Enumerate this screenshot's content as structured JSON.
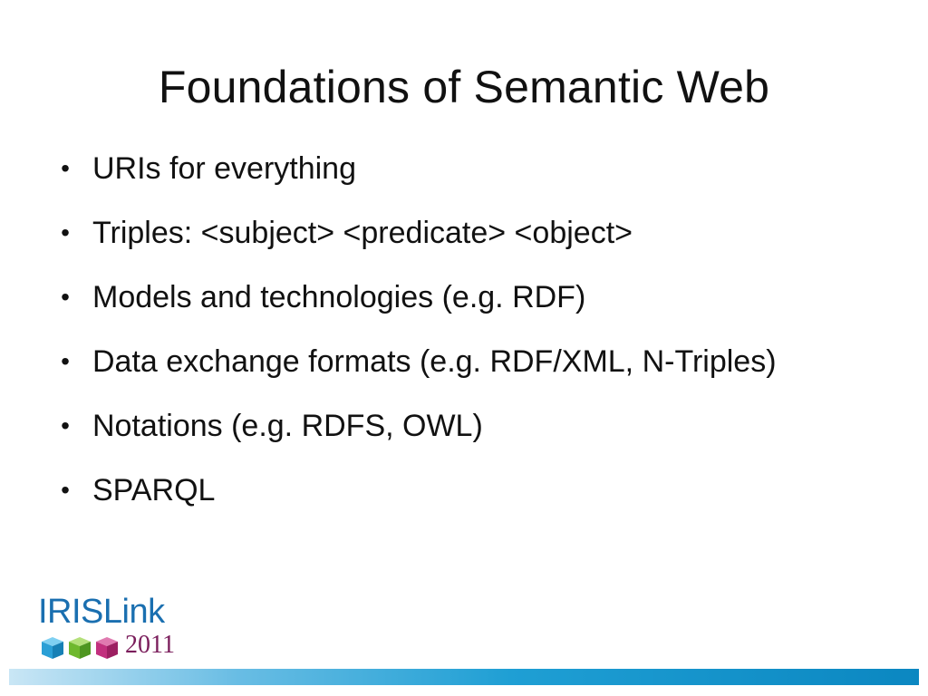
{
  "slide": {
    "title": "Foundations of Semantic Web",
    "bullets": [
      {
        "marker": "•",
        "text": "URIs for everything"
      },
      {
        "marker": "•",
        "text": "Triples: <subject> <predicate> <object>"
      },
      {
        "marker": "•",
        "text": "Models and technologies (e.g. RDF)"
      },
      {
        "marker": "•",
        "text": "Data exchange formats (e.g. RDF/XML, N-Triples)"
      },
      {
        "marker": "•",
        "text": "Notations (e.g. RDFS, OWL)"
      },
      {
        "marker": "•",
        "text": "SPARQL"
      }
    ]
  },
  "logo": {
    "name": "IRISLink",
    "year": "2011",
    "colors": {
      "text": "#1a6fb0",
      "year": "#7a1d5b",
      "cube_blue": "#2a9fd6",
      "cube_green": "#6fb82e",
      "cube_magenta": "#c2307e"
    }
  },
  "footer": {
    "bar_color": "#0b87c1"
  }
}
